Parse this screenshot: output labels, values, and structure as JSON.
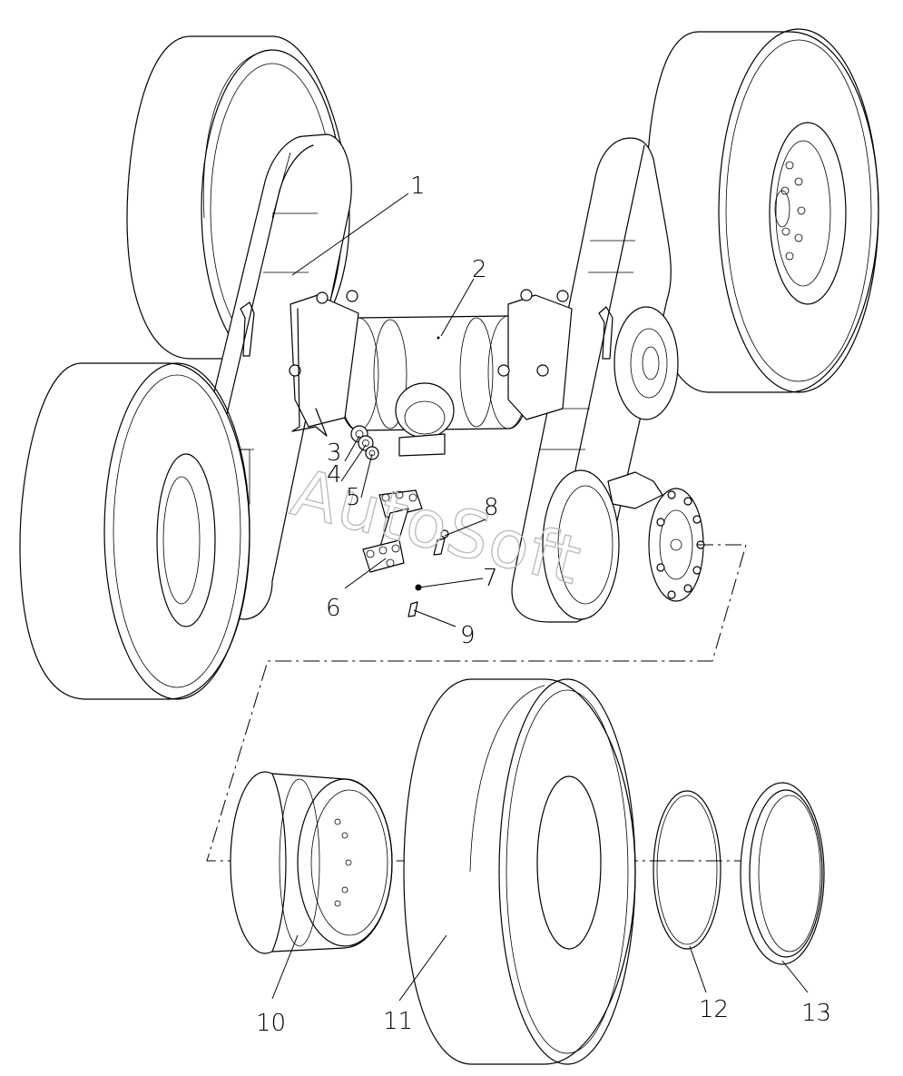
{
  "watermark": "AutoSoft",
  "callouts": [
    {
      "id": "1",
      "label": "1"
    },
    {
      "id": "2",
      "label": "2"
    },
    {
      "id": "3",
      "label": "3"
    },
    {
      "id": "4",
      "label": "4"
    },
    {
      "id": "5",
      "label": "5"
    },
    {
      "id": "6",
      "label": "6"
    },
    {
      "id": "7",
      "label": "7"
    },
    {
      "id": "8",
      "label": "8"
    },
    {
      "id": "9",
      "label": "9"
    },
    {
      "id": "10",
      "label": "10"
    },
    {
      "id": "11",
      "label": "11"
    },
    {
      "id": "12",
      "label": "12"
    },
    {
      "id": "13",
      "label": "13"
    }
  ],
  "colors": {
    "line": "#000000",
    "background": "#ffffff",
    "watermark": "#b9b9b9"
  }
}
